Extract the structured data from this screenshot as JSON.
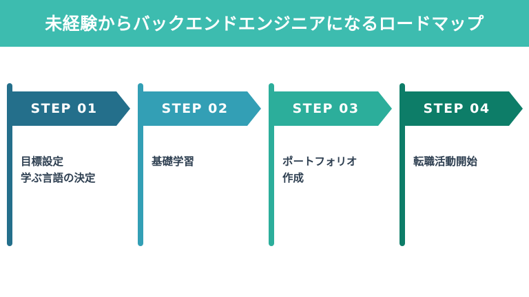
{
  "header": {
    "title": "未経験からバックエンドエンジニアになるロードマップ",
    "background_color": "#3dbcaf",
    "text_color": "#ffffff"
  },
  "theme": {
    "page_background": "#ffffff",
    "description_text_color": "#2d3e50",
    "banner_text_color": "#ffffff"
  },
  "steps": [
    {
      "label": "STEP  01",
      "color": "#246f8b",
      "description_lines": [
        "目標設定",
        "学ぶ言語の決定"
      ]
    },
    {
      "label": "STEP  02",
      "color": "#339fb5",
      "description_lines": [
        "基礎学習"
      ]
    },
    {
      "label": "STEP  03",
      "color": "#2cae9b",
      "description_lines": [
        "ポートフォリオ",
        "作成"
      ]
    },
    {
      "label": "STEP  04",
      "color": "#0d7d68",
      "description_lines": [
        "転職活動開始"
      ]
    }
  ]
}
